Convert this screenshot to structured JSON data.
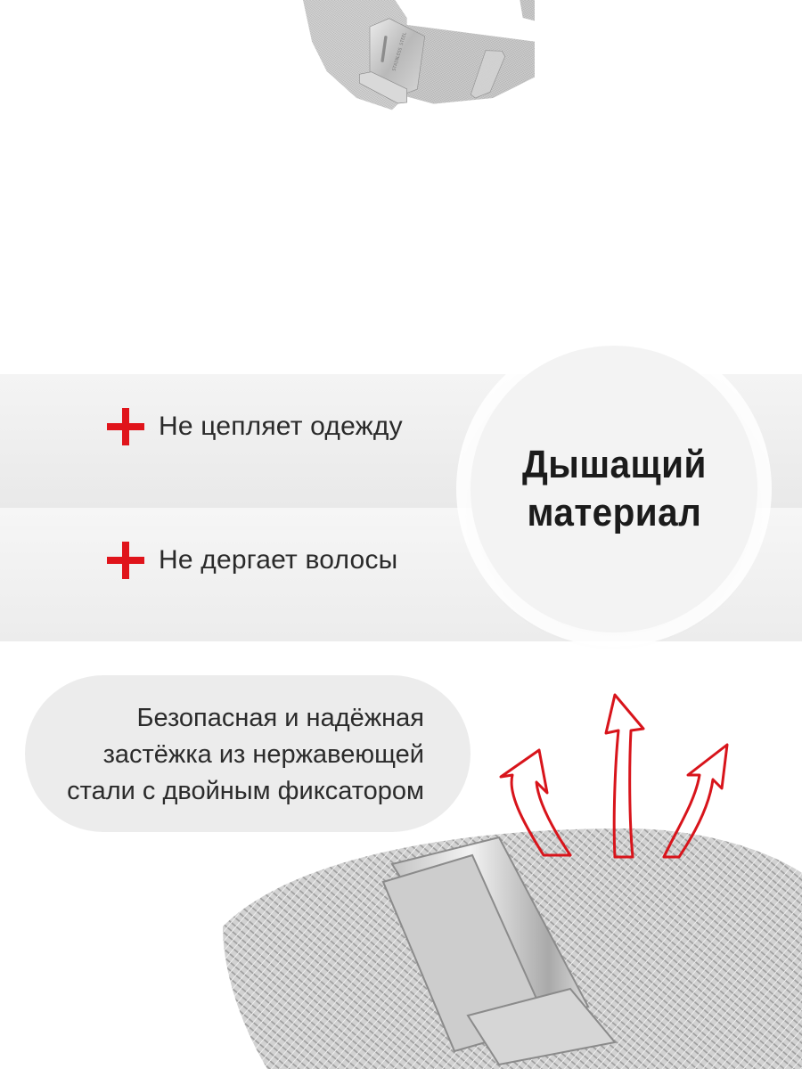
{
  "features": [
    {
      "icon": "plus-icon",
      "text": "Не цепляет одежду"
    },
    {
      "icon": "plus-icon",
      "text": "Не дергает волосы"
    }
  ],
  "highlight": {
    "line1": "Дышащий",
    "line2": "материал"
  },
  "clasp_description": {
    "line1": "Безопасная и надёжная",
    "line2": "застёжка из нержавеющей",
    "line3": "стали с двойным фиксатором"
  },
  "strap_engraving": "STAINLESS STEEL",
  "colors": {
    "accent": "#e0141b",
    "metal": "#c9c9c9",
    "text": "#2a2a2a"
  }
}
